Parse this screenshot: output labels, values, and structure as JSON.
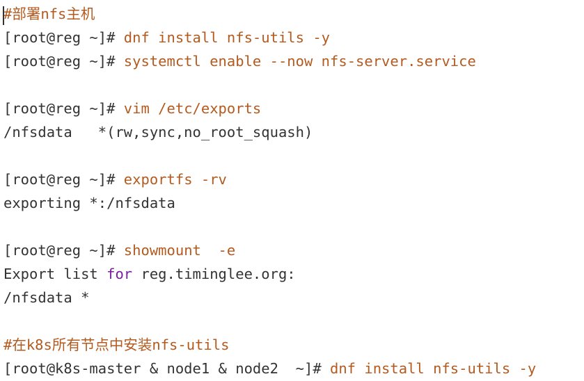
{
  "code_lines": [
    {
      "segments": [
        {
          "text": "#部署nfs主机",
          "kind": "comment"
        }
      ]
    },
    {
      "segments": [
        {
          "text": "[root@reg ~]# ",
          "kind": "plain"
        },
        {
          "text": "dnf install nfs-utils -y",
          "kind": "cmd"
        }
      ]
    },
    {
      "segments": [
        {
          "text": "[root@reg ~]# ",
          "kind": "plain"
        },
        {
          "text": "systemctl enable --now nfs-server.service",
          "kind": "cmd"
        }
      ]
    },
    {
      "segments": []
    },
    {
      "segments": [
        {
          "text": "[root@reg ~]# ",
          "kind": "plain"
        },
        {
          "text": "vim /etc/exports",
          "kind": "cmd"
        }
      ]
    },
    {
      "segments": [
        {
          "text": "/nfsdata   *(rw,sync,no_root_squash)",
          "kind": "plain"
        }
      ]
    },
    {
      "segments": []
    },
    {
      "segments": [
        {
          "text": "[root@reg ~]# ",
          "kind": "plain"
        },
        {
          "text": "exportfs -rv",
          "kind": "cmd"
        }
      ]
    },
    {
      "segments": [
        {
          "text": "exporting *:/nfsdata",
          "kind": "plain"
        }
      ]
    },
    {
      "segments": []
    },
    {
      "segments": [
        {
          "text": "[root@reg ~]# ",
          "kind": "plain"
        },
        {
          "text": "showmount  -e",
          "kind": "cmd"
        }
      ]
    },
    {
      "segments": [
        {
          "text": "Export list ",
          "kind": "plain"
        },
        {
          "text": "for",
          "kind": "kw"
        },
        {
          "text": " reg.timinglee.org:",
          "kind": "plain"
        }
      ]
    },
    {
      "segments": [
        {
          "text": "/nfsdata *",
          "kind": "plain"
        }
      ]
    },
    {
      "segments": []
    },
    {
      "segments": [
        {
          "text": "#在k8s所有节点中安装nfs-utils",
          "kind": "comment"
        }
      ]
    },
    {
      "segments": [
        {
          "text": "[root@k8s-master & node1 & node2  ~]# ",
          "kind": "plain"
        },
        {
          "text": "dnf install nfs-utils -y",
          "kind": "cmd"
        }
      ]
    }
  ],
  "colors": {
    "comment": "#b35a1f",
    "command": "#b35a1f",
    "keyword": "#7a1fa2",
    "text": "#333333",
    "background": "#ffffff"
  }
}
